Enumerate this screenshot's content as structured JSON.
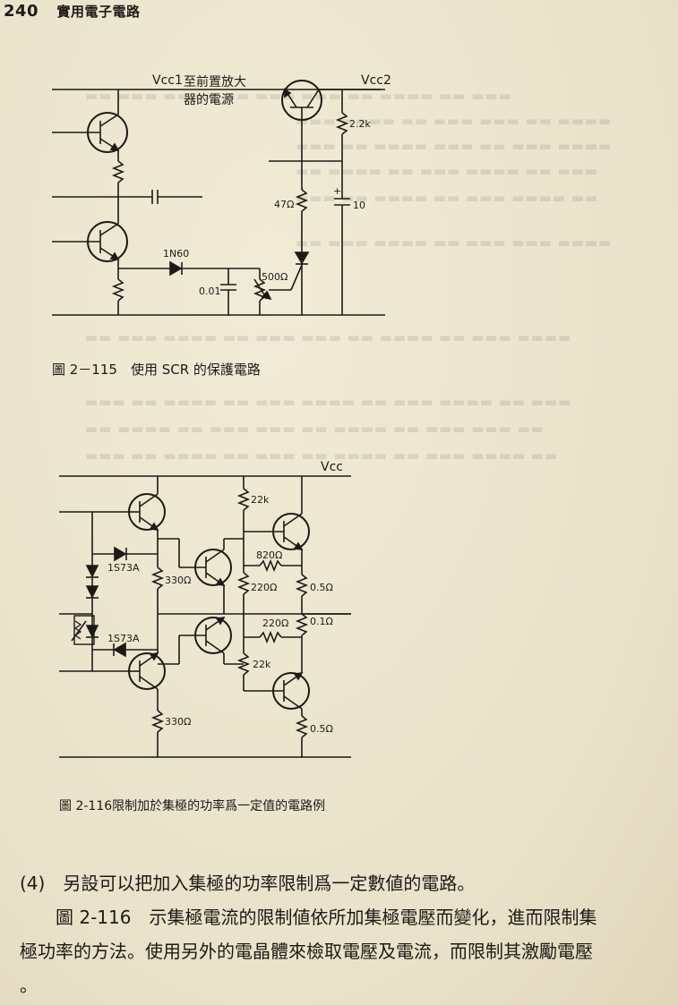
{
  "header": {
    "page_number": "240",
    "book_title": "實用電子電路"
  },
  "figure115": {
    "caption": "圖 2－115　使用 SCR 的保護電路",
    "labels": {
      "vcc1": "Vcc1",
      "preamp_power": "至前置放大",
      "preamp_power2": "器的電源",
      "vcc2": "Vcc2",
      "r_2k2": "2.2k",
      "r_47": "47Ω",
      "c_10": "10",
      "diode_1n60": "1N60",
      "r_500": "500Ω",
      "c_001": "0.01"
    }
  },
  "figure116": {
    "caption": "圖 2-116限制加於集極的功率爲一定值的電路例",
    "labels": {
      "vcc": "Vcc",
      "r_22k_top": "22k",
      "r_820": "820Ω",
      "d_1s73a_top": "1S73A",
      "r_330_top": "330Ω",
      "r_220_top": "220Ω",
      "r_05_top": "0.5Ω",
      "r_220_mid": "220Ω",
      "r_01": "0.1Ω",
      "d_1s73a_bot": "1S73A",
      "r_22k_bot": "22k",
      "r_330_bot": "330Ω",
      "r_05_bot": "0.5Ω"
    }
  },
  "body": {
    "line1": "(4)　另設可以把加入集極的功率限制爲一定數値的電路。",
    "line2": "　　圖 2-116　示集極電流的限制値依所加集極電壓而變化，進而限制集",
    "line3": "極功率的方法。使用另外的電晶體來檢取電壓及電流，而限制其激勵電壓",
    "line4": "。"
  }
}
